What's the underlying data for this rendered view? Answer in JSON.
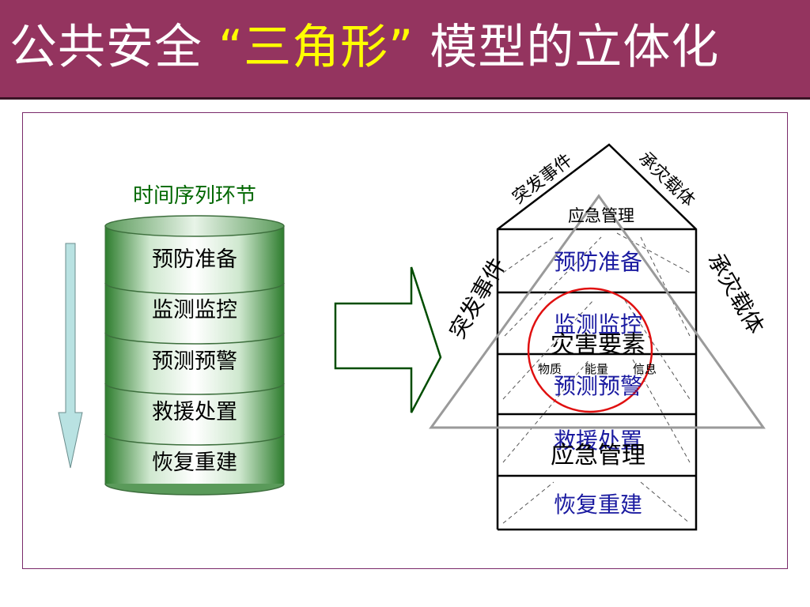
{
  "title": {
    "part1": "公共安全",
    "part2": "“三角形”",
    "part3": "模型的立体化"
  },
  "timeline": {
    "heading": "时间序列环节",
    "stages": [
      "预防准备",
      "监测监控",
      "预测预警",
      "救援处置",
      "恢复重建"
    ]
  },
  "house": {
    "roof_label": "应急管理",
    "roof_left_side": "突发事件",
    "roof_right_side": "承灾载体",
    "left_side": "突发事件",
    "right_side": "承灾载体",
    "stages": [
      "预防准备",
      "监测监控",
      "预测预警",
      "救援处置",
      "恢复重建"
    ],
    "triangle_center": "灾害要素",
    "triangle_bottom": "应急管理",
    "elements": [
      "物质",
      "能量",
      "信息"
    ]
  },
  "colors": {
    "title_bg": "#94345f",
    "title_text": "#ffffff",
    "title_highlight": "#ffff00",
    "heading_green": "#006600",
    "stage_blue": "#1a1aa0",
    "circle_red": "#e01010",
    "arrow_green": "#004d00",
    "down_arrow": "#b9e2e2"
  }
}
